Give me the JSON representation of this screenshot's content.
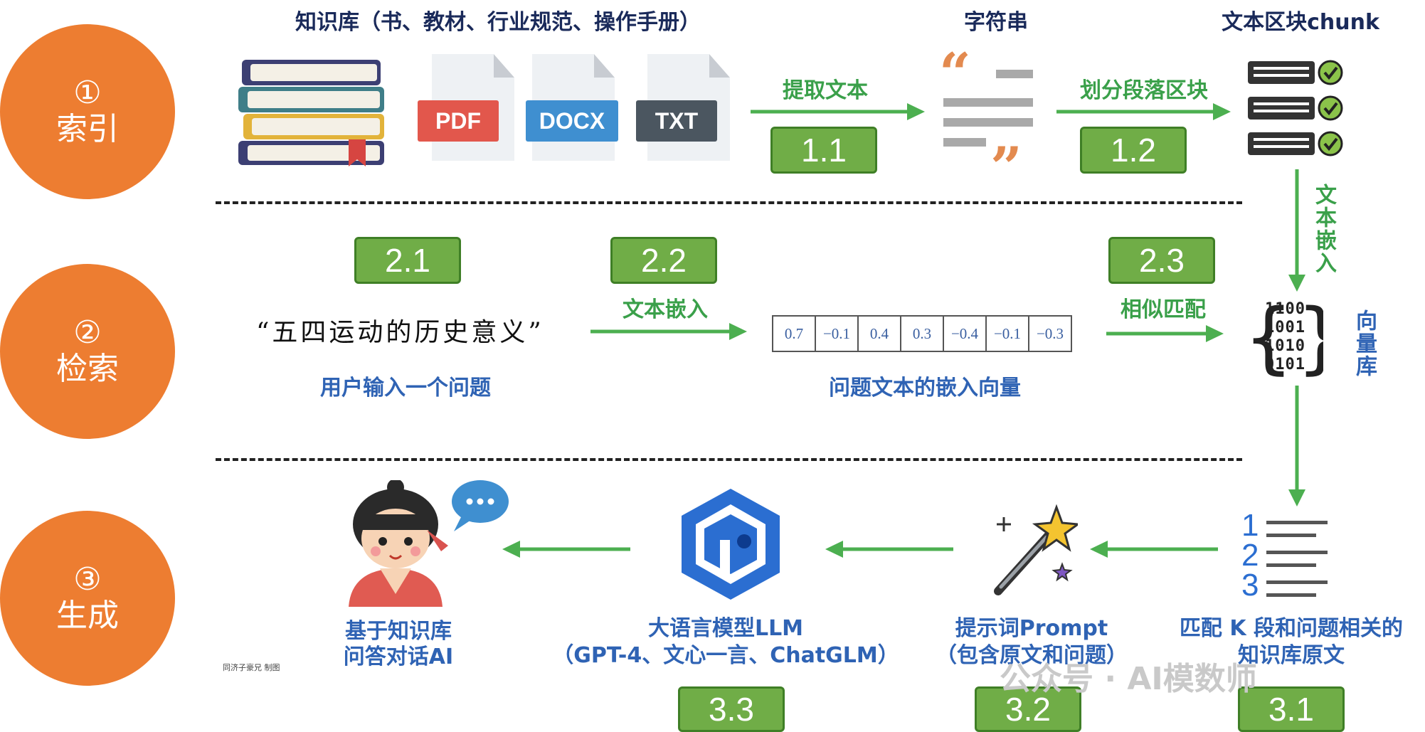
{
  "stages": [
    {
      "number": "①",
      "label": "索引"
    },
    {
      "number": "②",
      "label": "检索"
    },
    {
      "number": "③",
      "label": "生成"
    }
  ],
  "index": {
    "knowledge_title": "知识库（书、教材、行业规范、操作手册）",
    "file_badges": [
      "PDF",
      "DOCX",
      "TXT"
    ],
    "string_title": "字符串",
    "chunk_title": "文本区块chunk",
    "extract_label": "提取文本",
    "split_label": "划分段落区块",
    "embed_vertical_label": "文本嵌入",
    "step_1_1": "1.1",
    "step_1_2": "1.2"
  },
  "retrieve": {
    "step_2_1": "2.1",
    "step_2_2": "2.2",
    "step_2_3": "2.3",
    "query_text": "“五四运动的历史意义”",
    "query_caption": "用户输入一个问题",
    "embed_label": "文本嵌入",
    "vector_values": [
      "0.7",
      "−0.1",
      "0.4",
      "0.3",
      "−0.4",
      "−0.1",
      "−0.3"
    ],
    "vector_caption": "问题文本的嵌入向量",
    "similar_label": "相似匹配",
    "vector_db_label": "向量库",
    "binary_rows": [
      "1100",
      "1001",
      "1010",
      "0101"
    ]
  },
  "generate": {
    "ai_caption_line1": "基于知识库",
    "ai_caption_line2": "问答对话AI",
    "llm_caption_line1": "大语言模型LLM",
    "llm_caption_line2": "（GPT-4、文心一言、ChatGLM）",
    "prompt_caption_line1": "提示词Prompt",
    "prompt_caption_line2": "（包含原文和问题）",
    "match_caption_line1": "匹配 K 段和问题相关的",
    "match_caption_line2": "知识库原文",
    "list_numbers": [
      "1",
      "2",
      "3"
    ],
    "step_3_1": "3.1",
    "step_3_2": "3.2",
    "step_3_3": "3.3",
    "credit": "同济子豪兄 制图"
  },
  "watermark": "公众号 · AI模数师",
  "colors": {
    "stage_orange": "#ed7d31",
    "step_green": "#70ad47",
    "arrow_green": "#4caf50",
    "label_blue": "#2f63b4"
  }
}
